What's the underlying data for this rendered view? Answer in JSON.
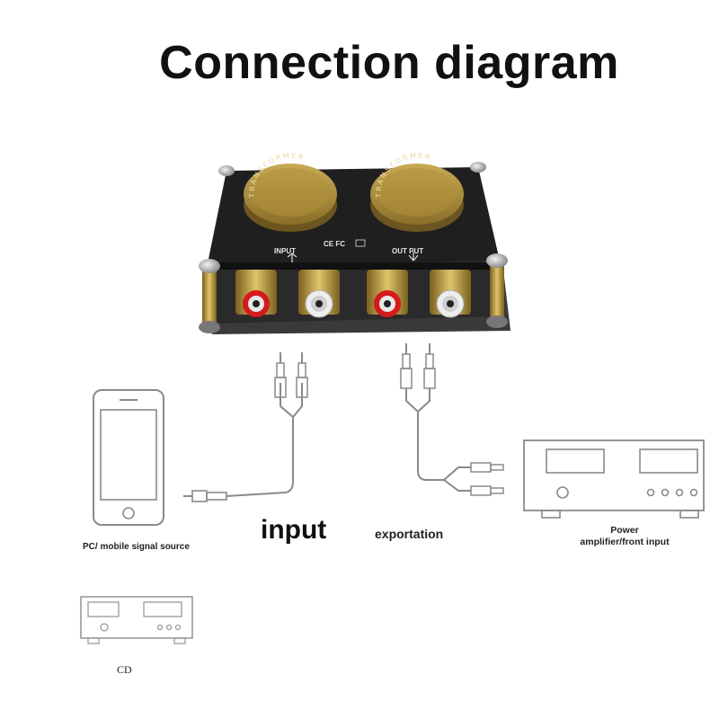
{
  "title": "Connection diagram",
  "device": {
    "cap_text": "TRANSFORMER",
    "input_marking": "INPUT",
    "output_marking": "OUT PUT",
    "cert_marks": "CE FC"
  },
  "labels": {
    "input": "input",
    "exportation": "exportation",
    "source": "PC/ mobile signal source",
    "power_line1": "Power",
    "power_line2": "amplifier/front input",
    "cd": "CD"
  },
  "colors": {
    "board": "#202020",
    "gold": "#b8983e",
    "rca_red": "#d41a1a",
    "rca_white": "#eeeeee",
    "line_art": "#8a8a8a"
  }
}
